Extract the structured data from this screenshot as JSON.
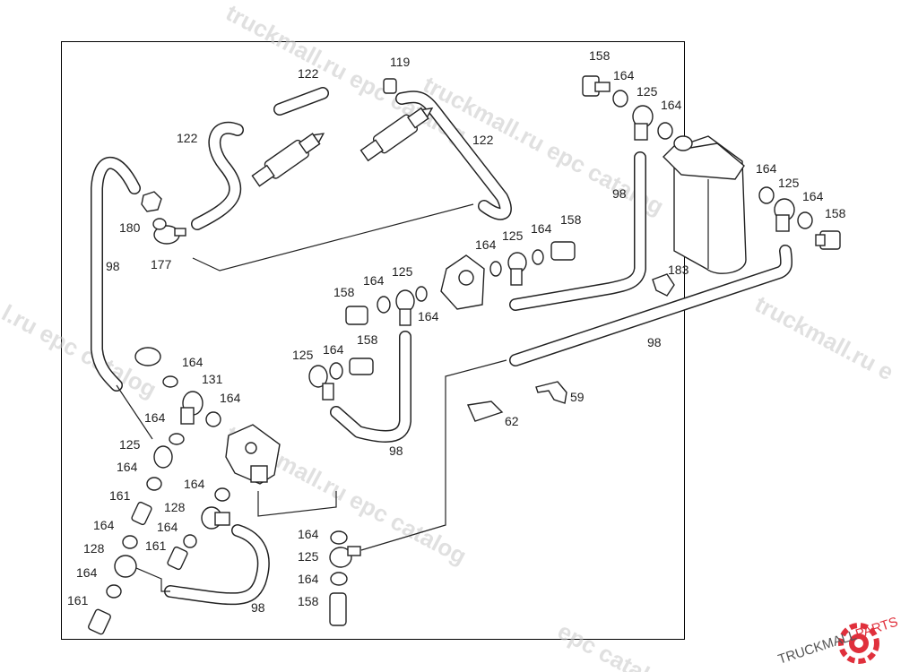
{
  "watermark": {
    "main": "truckmall.ru epc catalog",
    "side": "epc catalog",
    "left": "l.ru epc catalog",
    "right": "truckmall.ru e"
  },
  "brand": {
    "name": "TRUCKMALLPARTS",
    "colors": {
      "dark": "#555555",
      "accent": "#e0303c"
    }
  },
  "labels": {
    "a122": "122",
    "b122": "122",
    "c122": "122",
    "d119": "119",
    "e180": "180",
    "f177": "177",
    "g98": "98",
    "h158": "158",
    "i164": "164",
    "j125": "125",
    "k164": "164",
    "l98": "98",
    "m164": "164",
    "n125": "125",
    "o164": "164",
    "p158": "158",
    "q164": "164",
    "r125": "125",
    "s164": "164",
    "t158": "158",
    "u158": "158",
    "v164": "164",
    "w125": "125",
    "x164": "164",
    "y183": "183",
    "z125": "125",
    "aa164": "164",
    "ab158": "158",
    "ac98": "98",
    "ad98": "98",
    "ae59": "59",
    "af62": "62",
    "ag164": "164",
    "ah131": "131",
    "ai164": "164",
    "aj164": "164",
    "ak125": "125",
    "al164": "164",
    "am161": "161",
    "an164": "164",
    "ao128": "128",
    "ap164": "164",
    "aq128": "128",
    "ar161": "161",
    "as164": "164",
    "at161": "161",
    "au98": "98",
    "av164": "164",
    "aw125": "125",
    "ax164": "164",
    "ay158": "158"
  }
}
